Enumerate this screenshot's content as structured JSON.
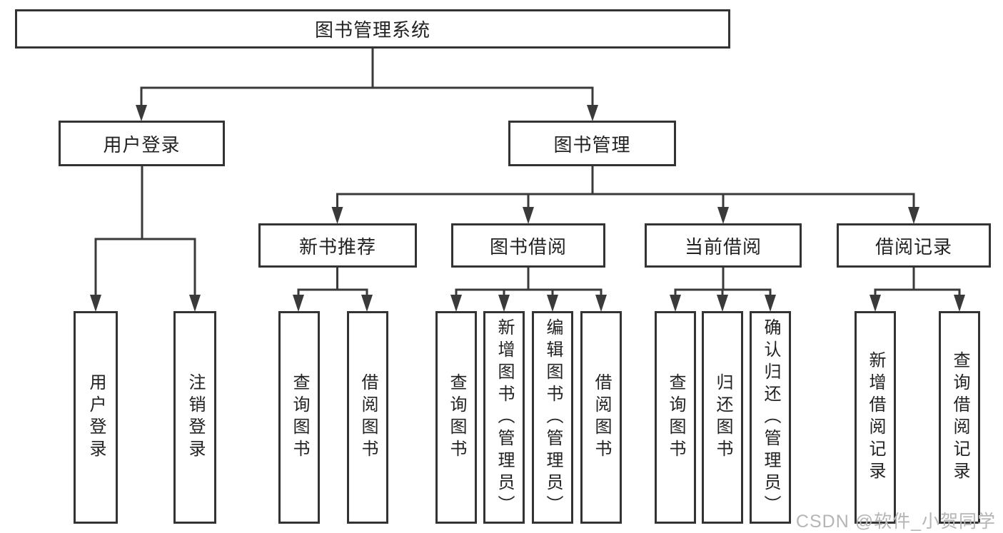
{
  "tree": {
    "root": {
      "label": "图书管理系统"
    },
    "branches": [
      {
        "label": "用户登录",
        "children": [
          {
            "label": "用户登录"
          },
          {
            "label": "注销登录"
          }
        ]
      },
      {
        "label": "图书管理",
        "groups": [
          {
            "label": "新书推荐",
            "children": [
              {
                "label": "查询图书"
              },
              {
                "label": "借阅图书"
              }
            ]
          },
          {
            "label": "图书借阅",
            "children": [
              {
                "label": "查询图书"
              },
              {
                "label": "新增图书（管理员）"
              },
              {
                "label": "编辑图书（管理员）"
              },
              {
                "label": "借阅图书"
              }
            ]
          },
          {
            "label": "当前借阅",
            "children": [
              {
                "label": "查询图书"
              },
              {
                "label": "归还图书"
              },
              {
                "label": "确认归还（管理员）"
              }
            ]
          },
          {
            "label": "借阅记录",
            "children": [
              {
                "label": "新增借阅记录"
              },
              {
                "label": "查询借阅记录"
              }
            ]
          }
        ]
      }
    ]
  },
  "watermark": {
    "text": "CSDN @软件_小贺同学"
  },
  "colors": {
    "line": "#3a3a3a",
    "box_border": "#333333",
    "text": "#222222",
    "watermark": "#b5b5b5",
    "background": "#ffffff"
  }
}
